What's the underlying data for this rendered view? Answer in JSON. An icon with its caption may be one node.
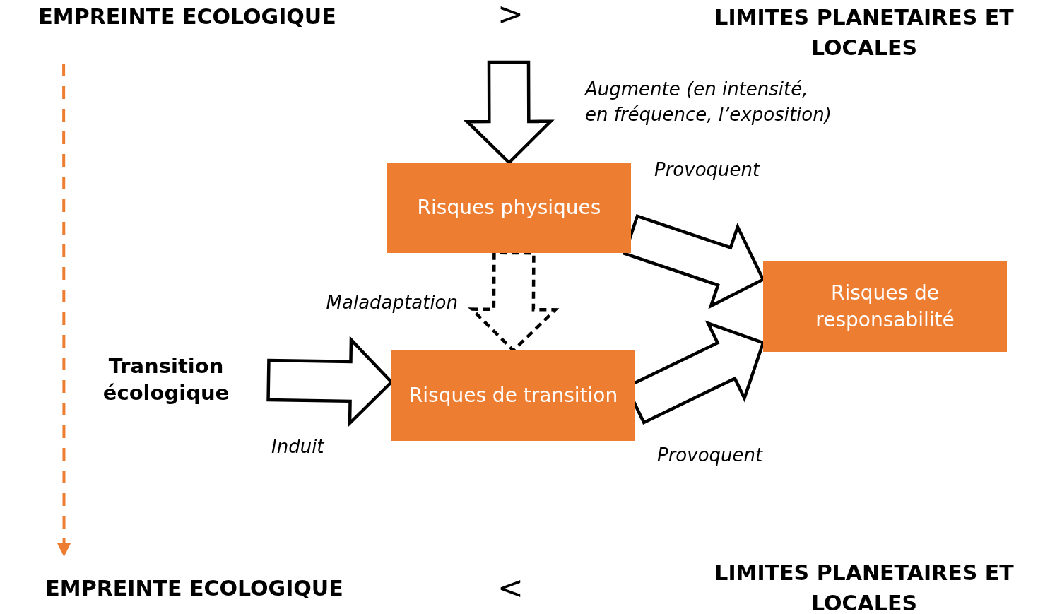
{
  "diagram": {
    "nodes": [
      {
        "text": [
          "EMPREINTE ECOLOGIQUE"
        ]
      },
      {
        "text": [
          "LIMITES PLANETAIRES ET LOCALES"
        ]
      },
      {
        "text": [
          "Risques physiques"
        ]
      },
      {
        "text": [
          "Risques de responsabilité"
        ]
      },
      {
        "text": [
          "Transition écologique"
        ]
      },
      {
        "text": [
          "Risques de transition"
        ]
      },
      {
        "text": [
          "EMPREINTE ECOLOGIQUE"
        ]
      },
      {
        "text": [
          "LIMITES PLANETAIRES ET LOCALES"
        ]
      }
    ],
    "edges": [
      {
        "from": null,
        "to": 2,
        "arrow": "to",
        "label": "Augmente (en intensité, en fréquence, l’exposition)"
      },
      {
        "from": 2,
        "to": 3,
        "arrow": "to",
        "label": "Provoquent"
      },
      {
        "from": 2,
        "to": 5,
        "arrow": "to",
        "label": "Maladaptation",
        "style": "dashed"
      },
      {
        "from": 4,
        "to": 5,
        "arrow": "to",
        "label": "Induit"
      },
      {
        "from": 5,
        "to": 3,
        "arrow": "to",
        "label": "Provoquent"
      },
      {
        "from": 0,
        "to": 6,
        "arrow": "to",
        "style": "dashed",
        "color": "#ed7d31"
      }
    ],
    "labels": [
      ">",
      "<"
    ]
  }
}
